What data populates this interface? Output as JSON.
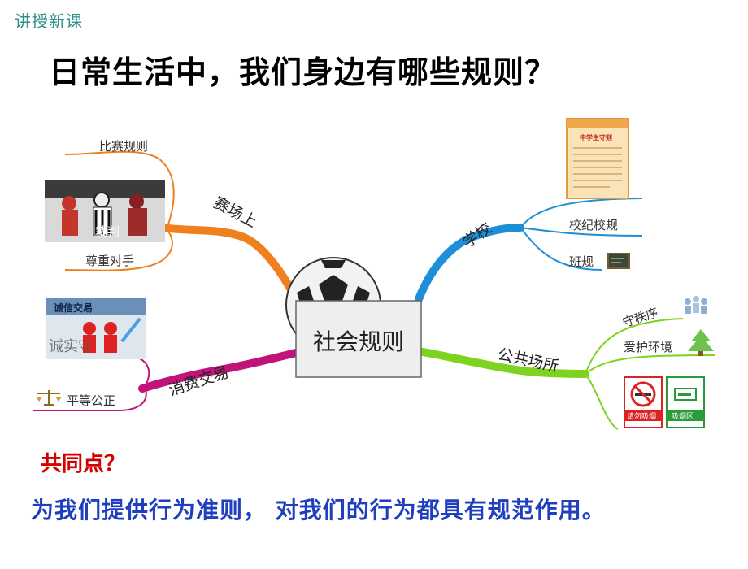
{
  "slide": {
    "header_label": "讲授新课",
    "title": "日常生活中，我们身边有哪些规则？",
    "question": "共同点？",
    "answer": "为我们提供行为准则， 对我们的行为都具有规范作用。"
  },
  "mindmap": {
    "center": "社会规则",
    "branches": {
      "stadium": {
        "label": "赛场上",
        "color": "#f07f1e",
        "subs": [
          "比赛规则",
          "尊重对手"
        ],
        "photo_text": "裁判"
      },
      "trade": {
        "label": "消费交易",
        "color": "#c0147a",
        "subs": [
          "平等公正"
        ],
        "photo_text": "诚信交易",
        "photo_text_2": "诚实守"
      },
      "school": {
        "label": "学校",
        "color": "#1e8fd6",
        "subs": [
          "校纪校规",
          "班规"
        ],
        "doc_title": "中学生守则"
      },
      "public": {
        "label": "公共场所",
        "color": "#7ed321",
        "subs": [
          "守秩序",
          "爱护环境"
        ],
        "sign_no_smoking": "请勿吸烟",
        "sign_smoking_area": "吸烟区"
      }
    }
  }
}
